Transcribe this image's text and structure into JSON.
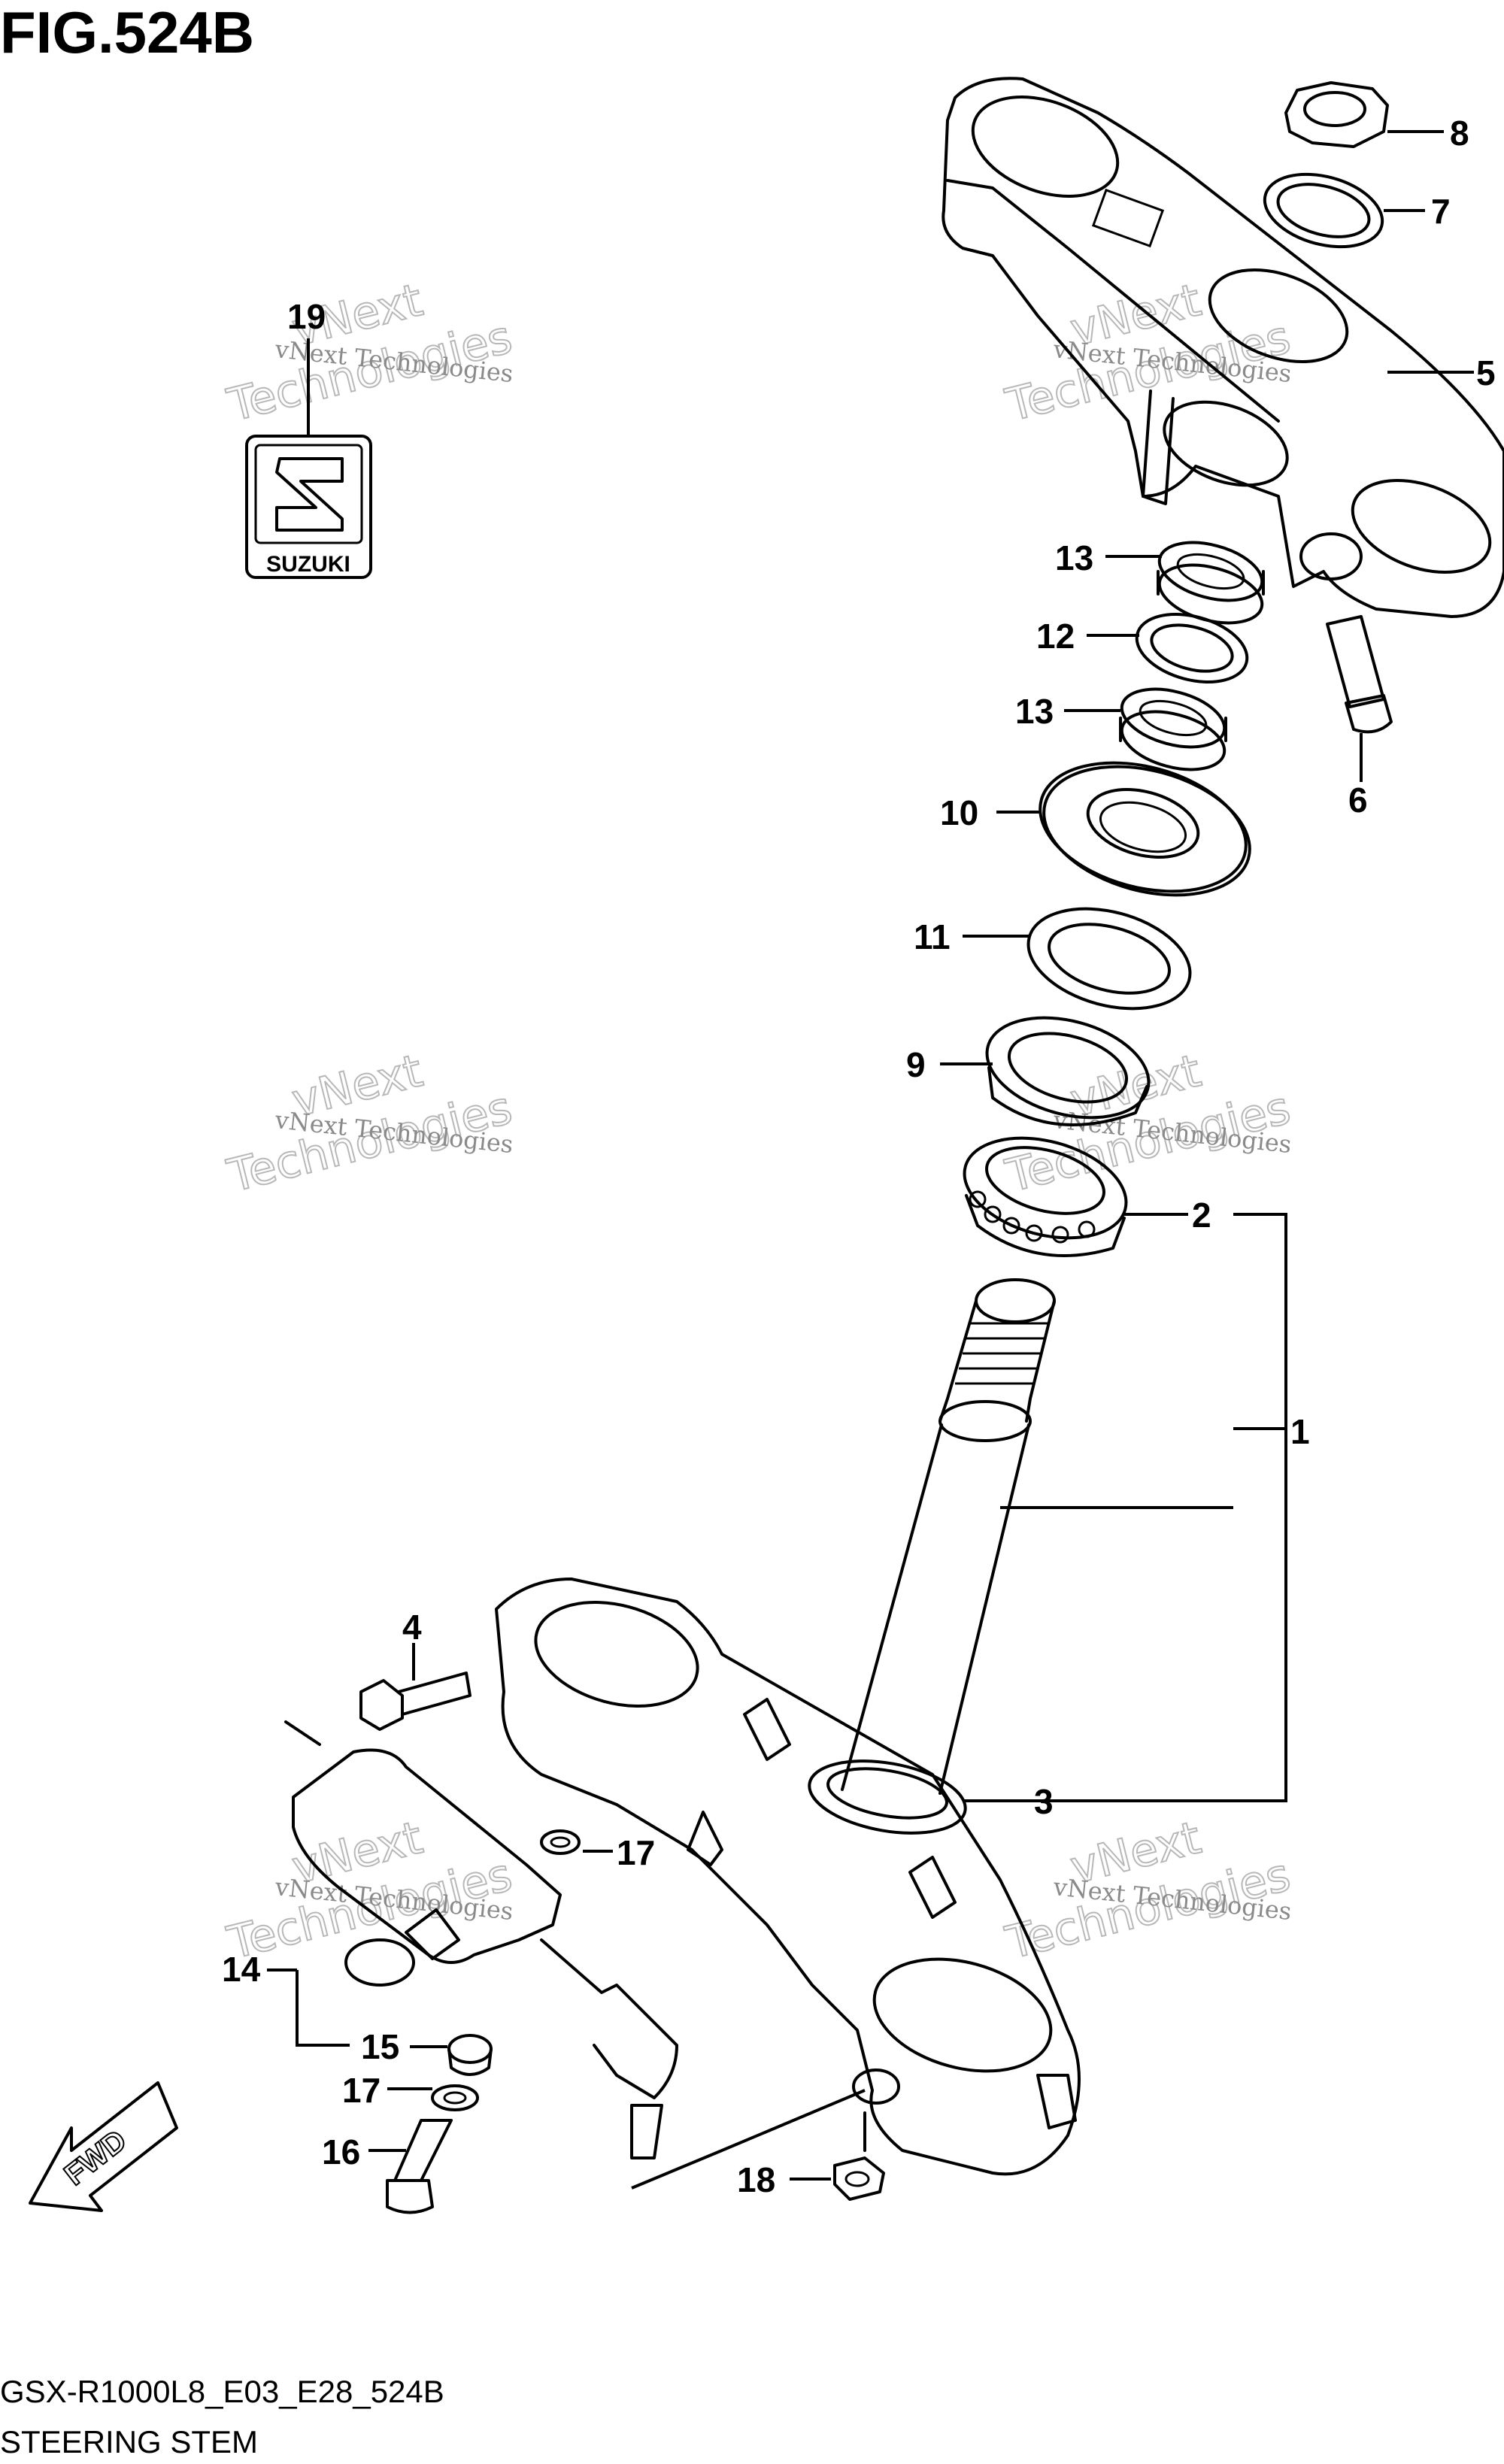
{
  "figure": {
    "title": "FIG.524B",
    "code": "GSX-R1000L8_E03_E28_524B",
    "caption": "STEERING STEM"
  },
  "watermark": {
    "line1": "vNext Technologies",
    "line2": "vNext",
    "line3": "Technologies"
  },
  "emblem": {
    "text": "SUZUKI"
  },
  "direction_arrow": {
    "text": "FWD"
  },
  "callouts": {
    "c1": "1",
    "c2": "2",
    "c3": "3",
    "c4": "4",
    "c5": "5",
    "c6": "6",
    "c7": "7",
    "c8": "8",
    "c9": "9",
    "c10": "10",
    "c11": "11",
    "c12": "12",
    "c13a": "13",
    "c13b": "13",
    "c14": "14",
    "c15": "15",
    "c16": "16",
    "c17a": "17",
    "c17b": "17",
    "c18": "18",
    "c19": "19"
  }
}
